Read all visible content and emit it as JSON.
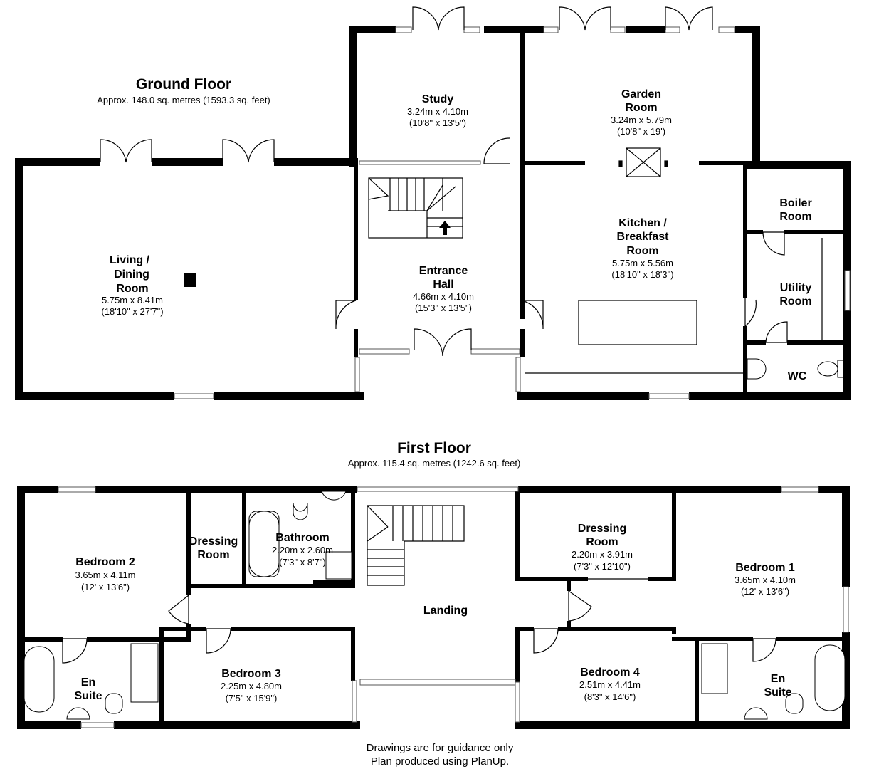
{
  "ground_floor": {
    "title": "Ground Floor",
    "area": "Approx. 148.0 sq. metres (1593.3 sq. feet)",
    "rooms": {
      "living": {
        "name": [
          "Living /",
          "Dining",
          "Room"
        ],
        "metric": "5.75m x 8.41m",
        "imperial": "(18'10\" x 27'7\")"
      },
      "study": {
        "name": [
          "Study"
        ],
        "metric": "3.24m x 4.10m",
        "imperial": "(10'8\" x 13'5\")"
      },
      "garden": {
        "name": [
          "Garden",
          "Room"
        ],
        "metric": "3.24m x 5.79m",
        "imperial": "(10'8\" x 19')"
      },
      "hall": {
        "name": [
          "Entrance",
          "Hall"
        ],
        "metric": "4.66m x 4.10m",
        "imperial": "(15'3\" x 13'5\")"
      },
      "kitchen": {
        "name": [
          "Kitchen /",
          "Breakfast",
          "Room"
        ],
        "metric": "5.75m x 5.56m",
        "imperial": "(18'10\" x 18'3\")"
      },
      "boiler": {
        "name": [
          "Boiler",
          "Room"
        ]
      },
      "utility": {
        "name": [
          "Utility",
          "Room"
        ]
      },
      "wc": {
        "name": [
          "WC"
        ]
      }
    }
  },
  "first_floor": {
    "title": "First Floor",
    "area": "Approx. 115.4 sq. metres (1242.6 sq. feet)",
    "rooms": {
      "bed2": {
        "name": [
          "Bedroom 2"
        ],
        "metric": "3.65m x 4.11m",
        "imperial": "(12' x 13'6\")"
      },
      "dress_l": {
        "name": [
          "Dressing",
          "Room"
        ]
      },
      "bath": {
        "name": [
          "Bathroom"
        ],
        "metric": "2.20m x 2.60m",
        "imperial": "(7'3\" x 8'7\")"
      },
      "dress_r": {
        "name": [
          "Dressing",
          "Room"
        ],
        "metric": "2.20m x 3.91m",
        "imperial": "(7'3\" x 12'10\")"
      },
      "bed1": {
        "name": [
          "Bedroom 1"
        ],
        "metric": "3.65m x 4.10m",
        "imperial": "(12' x 13'6\")"
      },
      "landing": {
        "name": [
          "Landing"
        ]
      },
      "ensuite_l": {
        "name": [
          "En",
          "Suite"
        ]
      },
      "bed3": {
        "name": [
          "Bedroom 3"
        ],
        "metric": "2.25m x 4.80m",
        "imperial": "(7'5\" x 15'9\")"
      },
      "bed4": {
        "name": [
          "Bedroom 4"
        ],
        "metric": "2.51m x 4.41m",
        "imperial": "(8'3\" x 14'6\")"
      },
      "ensuite_r": {
        "name": [
          "En",
          "Suite"
        ]
      }
    }
  },
  "footer": {
    "line1": "Drawings are for guidance only",
    "line2": "Plan produced using PlanUp."
  }
}
